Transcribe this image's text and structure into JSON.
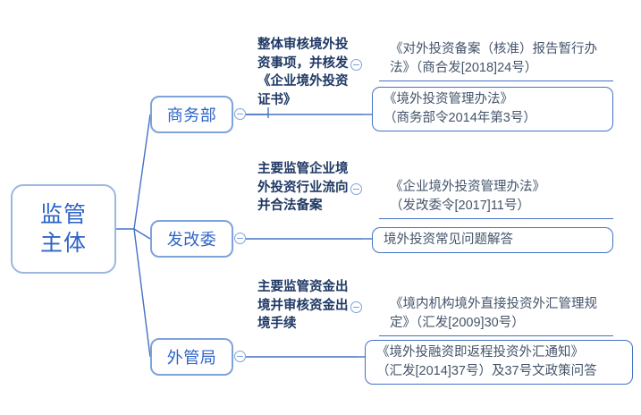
{
  "diagram": {
    "type": "mind-map",
    "title": "监管主体",
    "colors": {
      "root_border": "#9DB7E0",
      "root_text": "#2E64C8",
      "branch_border": "#7EA2DA",
      "branch_text": "#2E64C8",
      "leaf_border": "#4472C4",
      "leaf_text": "#44546A",
      "desc_text": "#1F3864",
      "connector": "#4472C4",
      "background": "#FFFFFF"
    },
    "root": {
      "label": "监管\n主体"
    },
    "branches": [
      {
        "label": "商务部",
        "description": "整体审核境外投资事项，并核发《企业境外投资证书》",
        "toggle_icon": "collapse-minus-icon",
        "items": [
          {
            "text": "《对外投资备案（核准）报告暂行办法》（商合发[2018]24号）",
            "style": "underline"
          },
          {
            "text": "《境外投资管理办法》\n（商务部令2014年第3号）",
            "style": "boxed"
          }
        ]
      },
      {
        "label": "发改委",
        "description": "主要监管企业境外投资行业流向并合法备案",
        "toggle_icon": "collapse-minus-icon",
        "items": [
          {
            "text": "《企业境外投资管理办法》\n（发改委令[2017]11号）",
            "style": "underline"
          },
          {
            "text": "境外投资常见问题解答",
            "style": "boxed"
          }
        ]
      },
      {
        "label": "外管局",
        "description": "主要监管资金出境并审核资金出境手续",
        "toggle_icon": "collapse-minus-icon",
        "items": [
          {
            "text": "《境内机构境外直接投资外汇管理规定》（汇发[2009]30号）",
            "style": "underline"
          },
          {
            "text": "《境外投融资即返程投资外汇通知》\n（汇发[2014]37号）及37号文政策问答",
            "style": "boxed"
          }
        ]
      }
    ]
  }
}
